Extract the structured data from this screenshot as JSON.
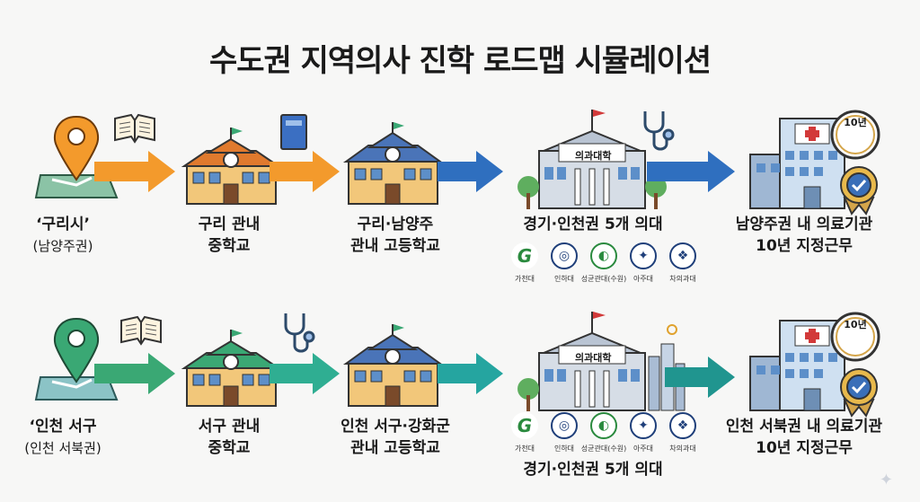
{
  "title": "수도권 지역의사 진학 로드맵 시뮬레이션",
  "rows": [
    {
      "stage1": {
        "line1": "‘구리시’",
        "line2": "(남양주권)"
      },
      "stage2": {
        "line1": "구리 관내",
        "line2": "중학교"
      },
      "stage3": {
        "line1": "구리·남양주",
        "line2": "관내 고등학교"
      },
      "stage4": {
        "line1": "경기·인천권 5개 의대",
        "building_sign": "의과대학"
      },
      "stage5": {
        "line1": "남양주권 내 의료기관",
        "line2": "10년 지정근무",
        "clock_text": "10년"
      }
    },
    {
      "stage1": {
        "line1": "‘인천 서구",
        "line2": "(인천 서북권)"
      },
      "stage2": {
        "line1": "서구 관내",
        "line2": "중학교"
      },
      "stage3": {
        "line1": "인천 서구·강화군",
        "line2": "관내 고등학교"
      },
      "stage4": {
        "line1": "경기·인천권 5개 의대",
        "building_sign": "의과대학"
      },
      "stage5": {
        "line1": "인천 서북권 내 의료기관",
        "line2": "10년 지정근무",
        "clock_text": "10년"
      }
    }
  ],
  "universities": [
    "가천대",
    "인하대",
    "성균관대(수원)",
    "아주대",
    "차의과대"
  ],
  "colors": {
    "orange": "#f39a2c",
    "blue": "#2f6fbf",
    "green": "#3aa874",
    "teal": "#25a5a0"
  }
}
